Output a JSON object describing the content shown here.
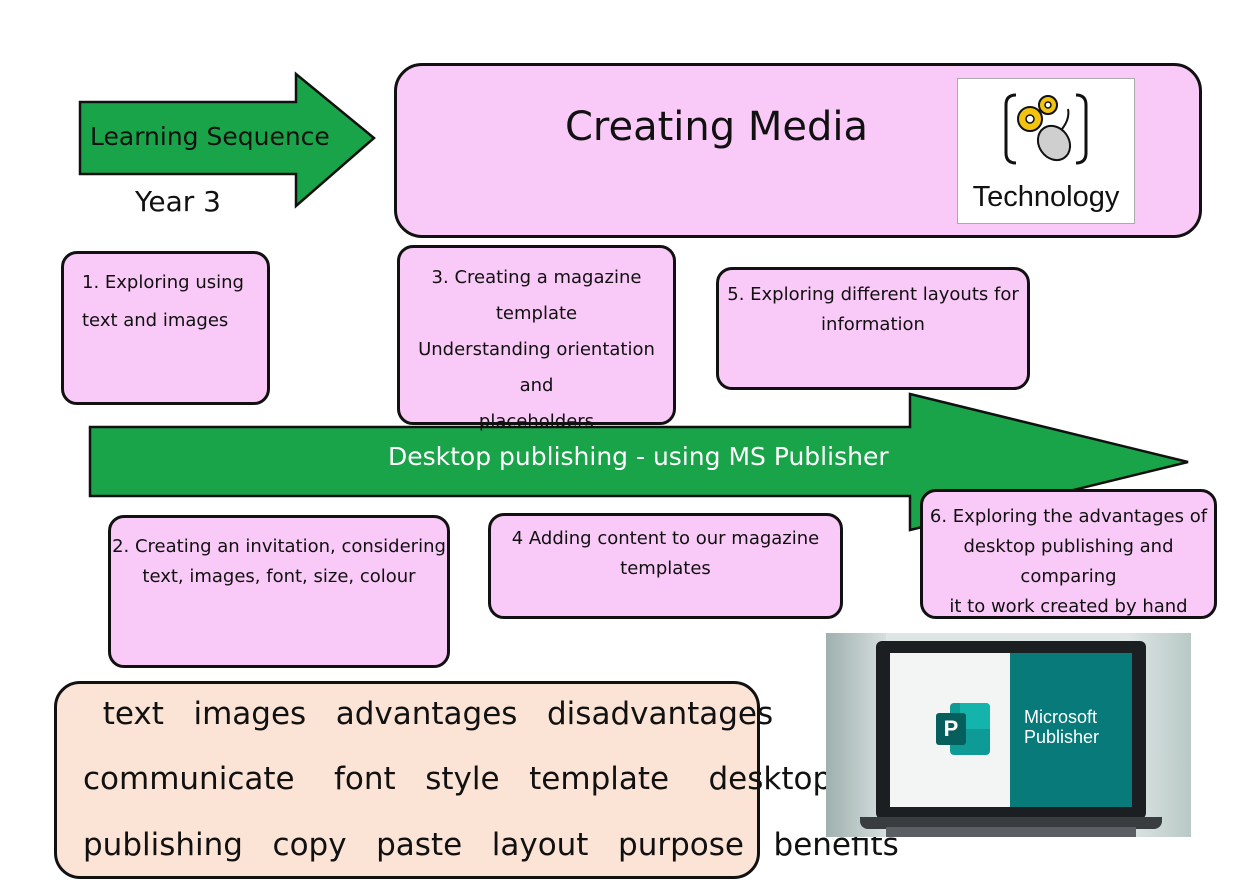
{
  "header": {
    "sequence_label": "Learning Sequence",
    "year_label": "Year 3",
    "title": "Creating Media",
    "technology_label": "Technology"
  },
  "main_arrow_label": "Desktop publishing - using MS Publisher",
  "steps": [
    "1.      Exploring using\n         text and images",
    "2. Creating an invitation, considering\ntext, images, font, size, colour",
    "3. Creating a magazine\ntemplate\nUnderstanding orientation and\nplaceholders",
    "4   Adding content to our magazine\ntemplates",
    "5. Exploring different layouts for\ninformation",
    "6. Exploring the advantages of\ndesktop publishing and comparing\nit to work created by hand"
  ],
  "vocabulary": [
    "  text   images   advantages   disadvantages",
    "communicate    font   style   template    desktop",
    "publishing   copy   paste   layout   purpose   benefits"
  ],
  "photo": {
    "screen_text_line1": "Microsoft",
    "screen_text_line2": "Publisher",
    "app_letter": "P"
  },
  "colors": {
    "arrow_green": "#1aa44a",
    "box_pink": "#f9c9f7",
    "box_peach": "#fbe3d6",
    "publisher_teal": "#087a7a"
  }
}
